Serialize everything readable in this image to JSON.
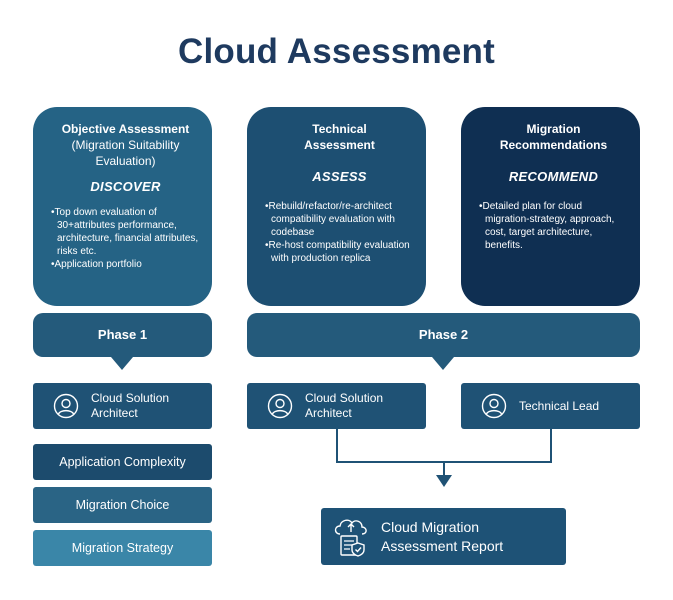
{
  "title": "Cloud Assessment",
  "cards": [
    {
      "head_bold": "Objective Assessment",
      "head_sub": "(Migration Suitability Evaluation)",
      "verb": "DISCOVER",
      "bullets": [
        "Top down evaluation of 30+attributes performance, architecture, financial attributes, risks etc.",
        "Application portfolio"
      ]
    },
    {
      "head_bold": "Technical Assessment",
      "head_sub": "",
      "verb": "ASSESS",
      "bullets": [
        "Rebuild/refactor/re-architect compatibility evaluation with codebase",
        "Re-host compatibility evaluation with production replica"
      ]
    },
    {
      "head_bold": "Migration Recommendations",
      "head_sub": "",
      "verb": "RECOMMEND",
      "bullets": [
        "Detailed plan for cloud migration-strategy, approach, cost, target architecture, benefits."
      ]
    }
  ],
  "phases": [
    "Phase 1",
    "Phase 2"
  ],
  "roles": [
    "Cloud Solution Architect",
    "Cloud Solution Architect",
    "Technical Lead"
  ],
  "phase1_items": [
    "Application Complexity",
    "Migration Choice",
    "Migration Strategy"
  ],
  "report": "Cloud Migration Assessment Report",
  "colors": {
    "title": "#1e3a5f",
    "card1": "#256385",
    "card2": "#1d4f72",
    "card3": "#0f2f52",
    "phase": "#245a7b",
    "item1": "#1c4b6d",
    "item2": "#2a6485",
    "item3": "#3a86a8"
  },
  "icons": [
    "person-icon",
    "cloud-report-icon"
  ]
}
